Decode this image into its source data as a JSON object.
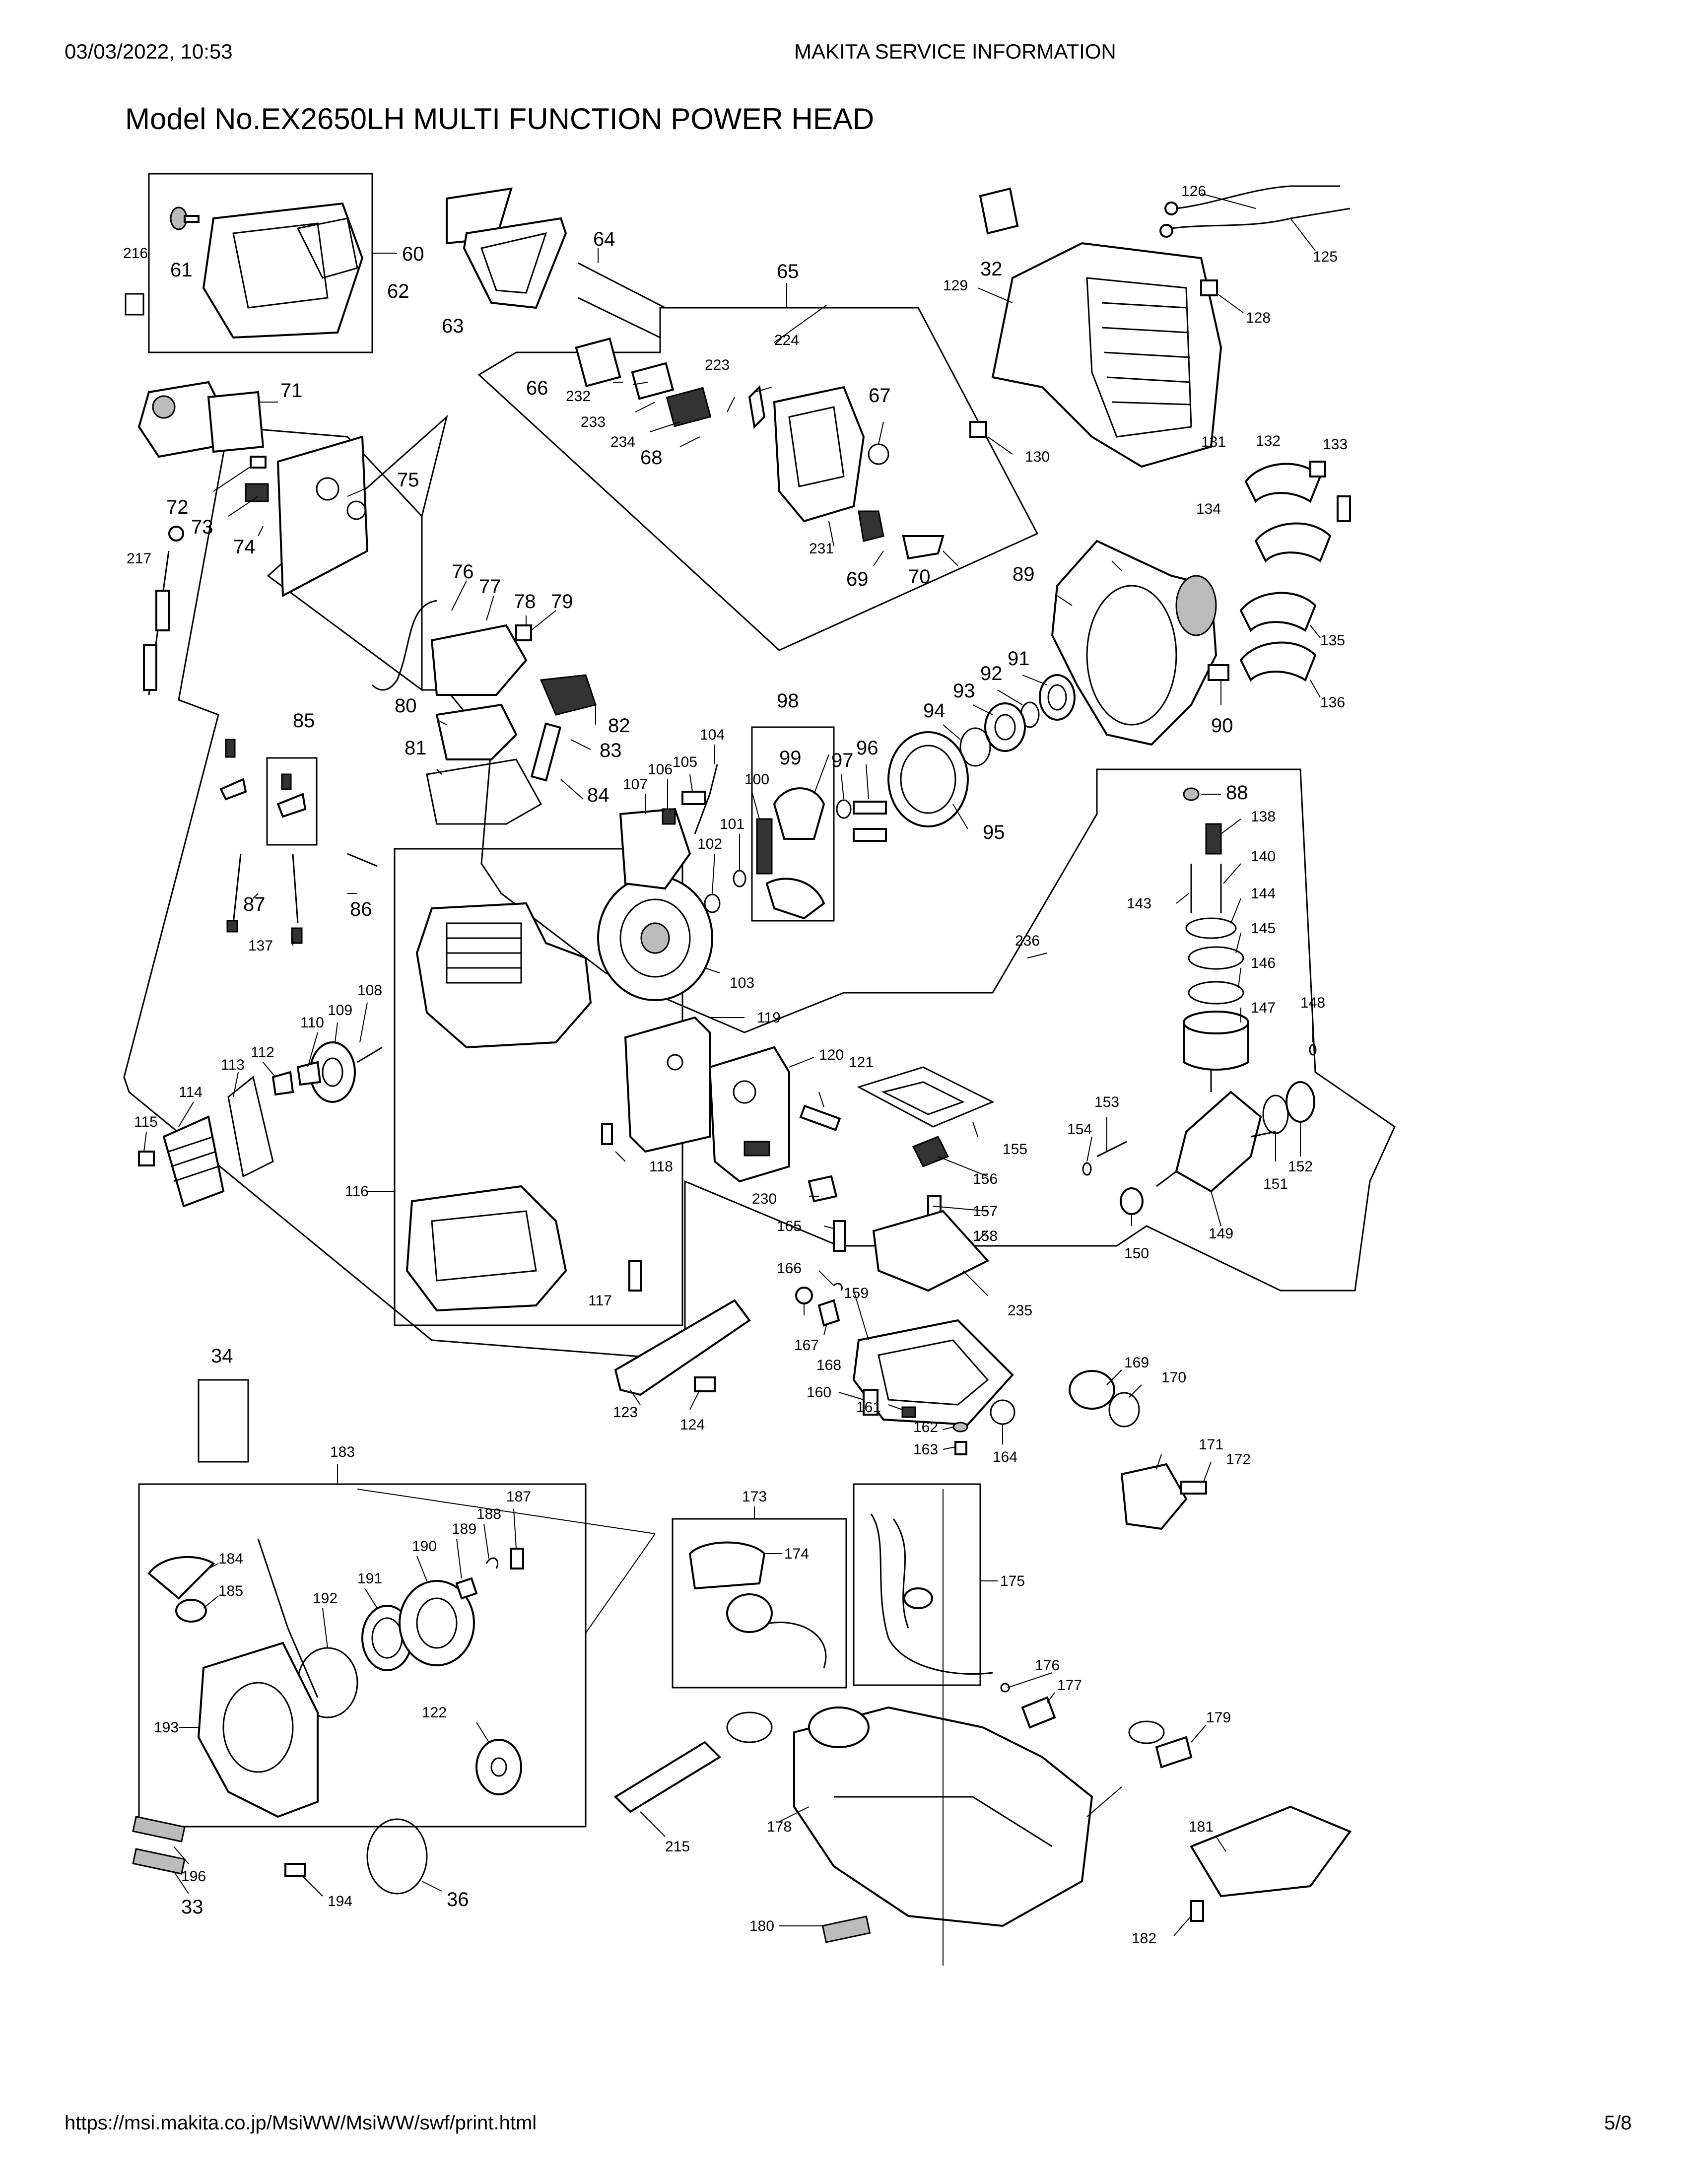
{
  "header": {
    "datetime": "03/03/2022, 10:53",
    "center": "MAKITA SERVICE INFORMATION"
  },
  "title": "Model No.EX2650LH MULTI FUNCTION POWER HEAD",
  "footer": {
    "url": "https://msi.makita.co.jp/MsiWW/MsiWW/swf/print.html",
    "page": "5/8"
  },
  "parts": {
    "p216": "216",
    "p61": "61",
    "p60": "60",
    "p62": "62",
    "p63": "63",
    "p64": "64",
    "p65": "65",
    "p32": "32",
    "p126": "126",
    "p125": "125",
    "p129": "129",
    "p128": "128",
    "p224": "224",
    "p223": "223",
    "p66": "66",
    "p232": "232",
    "p233": "233",
    "p234": "234",
    "p67": "67",
    "p68": "68",
    "p71": "71",
    "p75": "75",
    "p72": "72",
    "p73": "73",
    "p74": "74",
    "p217": "217",
    "p130": "130",
    "p131": "131",
    "p132": "132",
    "p133": "133",
    "p134": "134",
    "p231": "231",
    "p69": "69",
    "p70": "70",
    "p89": "89",
    "p135": "135",
    "p136": "136",
    "p90": "90",
    "p76": "76",
    "p77": "77",
    "p78": "78",
    "p79": "79",
    "p80": "80",
    "p81": "81",
    "p82": "82",
    "p83": "83",
    "p84": "84",
    "p85": "85",
    "p98": "98",
    "p99": "99",
    "p100": "100",
    "p101": "101",
    "p102": "102",
    "p103": "103",
    "p104": "104",
    "p105": "105",
    "p106": "106",
    "p107": "107",
    "p97": "97",
    "p96": "96",
    "p95": "95",
    "p94": "94",
    "p93": "93",
    "p92": "92",
    "p91": "91",
    "p88": "88",
    "p138": "138",
    "p140": "140",
    "p143": "143",
    "p144": "144",
    "p145": "145",
    "p146": "146",
    "p147": "147",
    "p148": "148",
    "p236": "236",
    "p87": "87",
    "p86": "86",
    "p137": "137",
    "p108": "108",
    "p109": "109",
    "p110": "110",
    "p112": "112",
    "p113": "113",
    "p114": "114",
    "p115": "115",
    "p116": "116",
    "p117": "117",
    "p118": "118",
    "p119": "119",
    "p120": "120",
    "p121": "121",
    "p155": "155",
    "p156": "156",
    "p157": "157",
    "p158": "158",
    "p230": "230",
    "p165": "165",
    "p166": "166",
    "p167": "167",
    "p168": "168",
    "p159": "159",
    "p235": "235",
    "p153": "153",
    "p154": "154",
    "p149": "149",
    "p150": "150",
    "p151": "151",
    "p152": "152",
    "p123": "123",
    "p124": "124",
    "p160": "160",
    "p161": "161",
    "p162": "162",
    "p163": "163",
    "p164": "164",
    "p169": "169",
    "p170": "170",
    "p171": "171",
    "p172": "172",
    "p34": "34",
    "p183": "183",
    "p184": "184",
    "p185": "185",
    "p192": "192",
    "p191": "191",
    "p190": "190",
    "p189": "189",
    "p188": "188",
    "p187": "187",
    "p193": "193",
    "p122": "122",
    "p196": "196",
    "p33": "33",
    "p194": "194",
    "p36": "36",
    "p173": "173",
    "p174": "174",
    "p175": "175",
    "p176": "176",
    "p177": "177",
    "p179": "179",
    "p178": "178",
    "p215": "215",
    "p180": "180",
    "p181": "181",
    "p182": "182"
  }
}
